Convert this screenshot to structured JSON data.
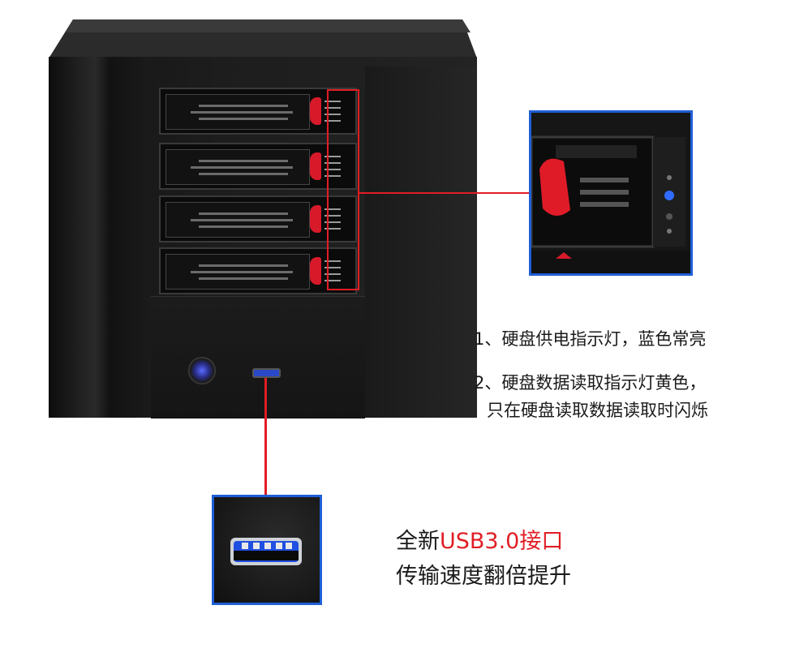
{
  "annotations": {
    "power_led_note": "1、硬盘供电指示灯，蓝色常亮",
    "data_led_note_line1": "2、硬盘数据读取指示灯黄色，",
    "data_led_note_line2": "只在硬盘读取数据读取时闪烁"
  },
  "usb_feature": {
    "title_prefix": "全新",
    "title_highlight": "USB3.0接口",
    "subtitle": "传输速度翻倍提升"
  },
  "colors": {
    "callout_red": "#e11d24",
    "highlight_red": "#e11d24",
    "zoom_border_blue": "#1f5fd6",
    "tray_latch_red": "#d8192a"
  },
  "icons": {
    "power": "power-button-icon",
    "usb": "usb3-port-icon"
  }
}
